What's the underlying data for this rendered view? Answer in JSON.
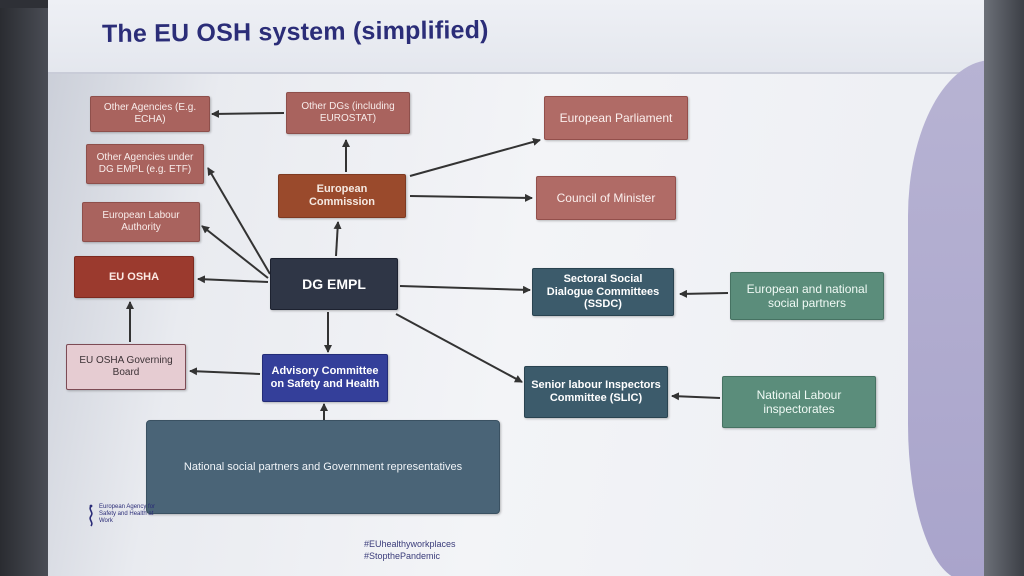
{
  "slide": {
    "title": "The EU OSH system (simplified)"
  },
  "nodes": {
    "other_agencies_echa": "Other Agencies (E.g. ECHA)",
    "other_dgs": "Other DGs (including EUROSTAT)",
    "european_parliament": "European Parliament",
    "other_agencies_empl": "Other Agencies under DG EMPL (e.g. ETF)",
    "european_commission": "European Commission",
    "council_of_minister": "Council of Minister",
    "european_labour_authority": "European Labour Authority",
    "eu_osha": "EU OSHA",
    "dg_empl": "DG EMPL",
    "ssdc": "Sectoral Social Dialogue Committees (SSDC)",
    "social_partners": "European and national social partners",
    "eu_osha_board": "EU OSHA Governing Board",
    "advisory_committee": "Advisory Committee on Safety and Health",
    "slic": "Senior labour Inspectors Committee (SLIC)",
    "national_inspectorates": "National Labour inspectorates",
    "national_partners_gov": "National social partners and Government representatives"
  },
  "logo": {
    "text": "European Agency for Safety and Health at Work"
  },
  "hashtags": [
    "#EUhealthyworkplaces",
    "#StopthePandemic"
  ],
  "colors": {
    "title": "#2b2d78",
    "arrow": "#333333",
    "rose": "#a9635e",
    "brown": "#9a4a2c",
    "navy": "#2f3646",
    "blue": "#343f9a",
    "teal": "#3c5b6b",
    "green": "#5b8d7b"
  }
}
